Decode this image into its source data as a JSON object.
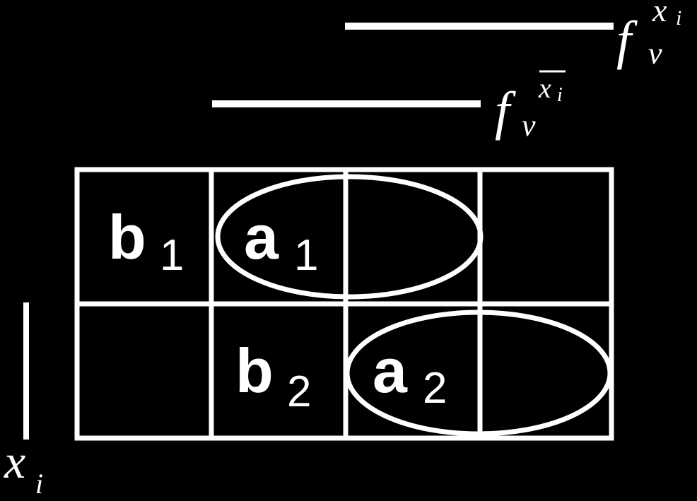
{
  "colors": {
    "background": "#000000",
    "foreground": "#ffffff"
  },
  "labels": {
    "top_bar": {
      "base": "f",
      "subscript": "v",
      "superscript": "x",
      "superscript_sub": "i"
    },
    "second_bar": {
      "base": "f",
      "subscript": "v",
      "superscript": "x",
      "superscript_sub": "i",
      "superscript_overline": true
    },
    "side_bar": {
      "base": "x",
      "subscript": "i"
    }
  },
  "grid": {
    "rows": 2,
    "columns": 4,
    "cells": [
      {
        "letter": "b",
        "index": "1"
      },
      {
        "letter": "a",
        "index": "1"
      },
      {
        "letter": "b",
        "index": "2"
      },
      {
        "letter": "a",
        "index": "2"
      }
    ]
  },
  "loops": [
    {
      "encloses": "a1"
    },
    {
      "encloses": "a2"
    }
  ]
}
